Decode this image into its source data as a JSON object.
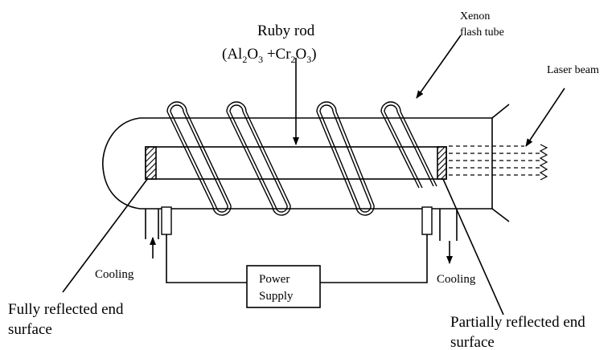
{
  "labels": {
    "ruby_rod_title": "Ruby rod",
    "formula": {
      "open_paren": "(Al",
      "al_sub": "2",
      "o1": "O",
      "o1_sub": "3",
      "plus_cr": " +Cr",
      "cr_sub": "2",
      "o2": "O",
      "o2_sub": "3",
      "close_paren": ")"
    },
    "xenon_line1": "Xenon",
    "xenon_line2": "flash tube",
    "laser_beam": "Laser beam",
    "cooling_left": "Cooling",
    "cooling_right": "Cooling",
    "power_line1": "Power",
    "power_line2": "Supply",
    "fully_line1": "Fully reflected end",
    "fully_line2": "surface",
    "partially_line1": "Partially reflected end",
    "partially_line2": "surface"
  }
}
